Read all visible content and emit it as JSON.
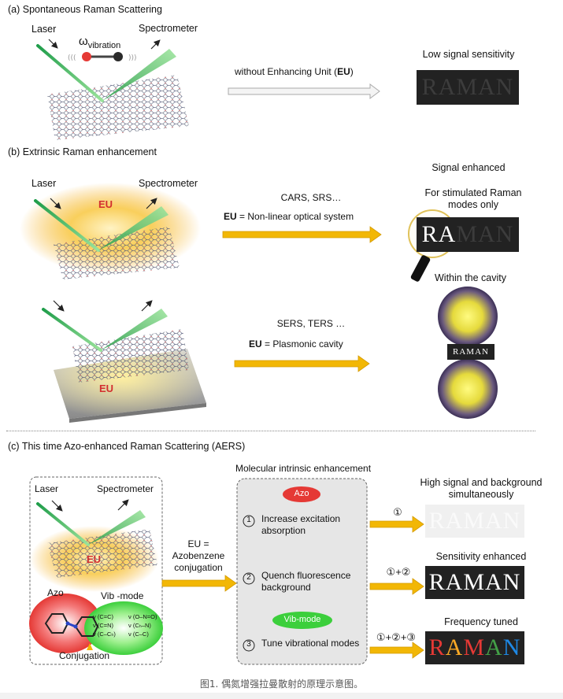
{
  "panel_a": {
    "title": "(a)  Spontaneous Raman Scattering",
    "laser": "Laser",
    "spectrometer": "Spectrometer",
    "omega": "ω",
    "omega_sub": "vibration",
    "arrow_label_prefix": "without Enhancing Unit (",
    "arrow_label_bold": "EU",
    "arrow_label_suffix": ")",
    "result_label": "Low signal sensitivity",
    "raman_word": "RAMAN"
  },
  "panel_b": {
    "title": "(b)  Extrinsic Raman enhancement",
    "laser": "Laser",
    "spectrometer": "Spectrometer",
    "eu": "EU",
    "signal_enhanced": "Signal enhanced",
    "cars_line": "CARS, SRS…",
    "cars_eu_bold": "EU",
    "cars_eu_rest": " = Non-linear optical system",
    "stimulated_note": "For stimulated Raman modes only",
    "raman_ra": "RA",
    "raman_man": "MAN",
    "sers_line": "SERS, TERS …",
    "sers_eu_bold": "EU",
    "sers_eu_rest": " = Plasmonic cavity",
    "within_cavity": "Within the cavity",
    "cavity_raman": "RAMAN"
  },
  "panel_c": {
    "title": "(c)  This time Azo-enhanced Raman Scattering (AERS)",
    "laser": "Laser",
    "spectrometer": "Spectrometer",
    "eu": "EU",
    "azo_label": "Azo",
    "vib_label": "Vib -mode",
    "conjugation": "Conjugation",
    "vib_modes": [
      "ν (C=C)",
      "ν (O–N=O)",
      "ν (C=N)",
      "ν (Cₕ–N)",
      "ν (C–Cₕ)",
      "ν (C–C)"
    ],
    "eu_eq_line1": "EU =",
    "eu_eq_line2": "Azobenzene",
    "eu_eq_line3": "conjugation",
    "mie_title": "Molecular intrinsic enhancement",
    "azo_pill": "Azo",
    "vib_pill": "Vib-mode",
    "step1_num": "1",
    "step1_text": "Increase excitation absorption",
    "step2_num": "2",
    "step2_text": "Quench fluorescence background",
    "step3_num": "3",
    "step3_text": "Tune vibrational modes",
    "result1_label": "High signal and background simultaneously",
    "result1_tag": "①",
    "result2_label": "Sensitivity enhanced",
    "result2_tag": "①+②",
    "result3_label": "Frequency tuned",
    "result3_tag": "①+②+③",
    "raman_word": "RAMAN",
    "rainbow": [
      "R",
      "A",
      "M",
      "A",
      "N"
    ],
    "rainbow_colors": [
      "#e53935",
      "#f9a825",
      "#e53935",
      "#43a047",
      "#1e88e5"
    ]
  },
  "caption": "图1. 偶氮增强拉曼散射的原理示意图。",
  "colors": {
    "arrow_gold": "#f2b705",
    "laser_green": "#1f9d4a",
    "glow_orange": "#f6b73c",
    "dark_box": "#222222"
  }
}
